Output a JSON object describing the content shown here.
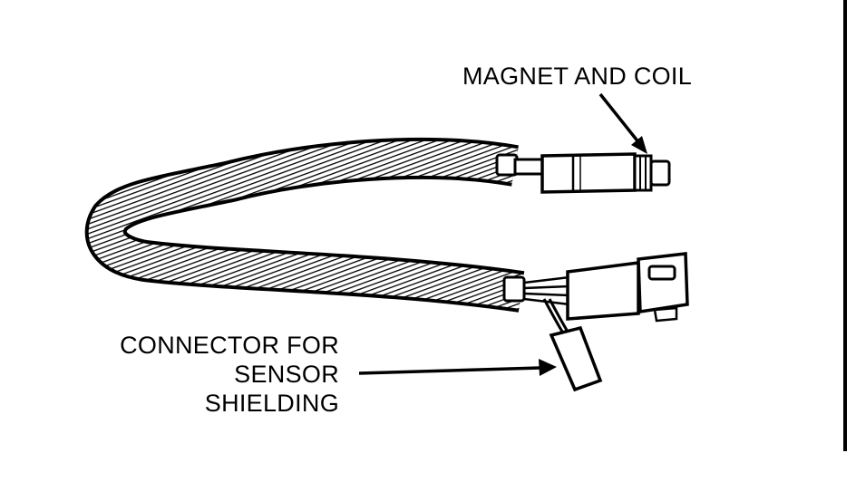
{
  "labels": {
    "magnet_and_coil": "MAGNET AND COIL",
    "connector_line1": "CONNECTOR FOR",
    "connector_line2": "SENSOR",
    "connector_line3": "SHIELDING"
  },
  "colors": {
    "ink": "#000000",
    "paper": "#ffffff"
  }
}
